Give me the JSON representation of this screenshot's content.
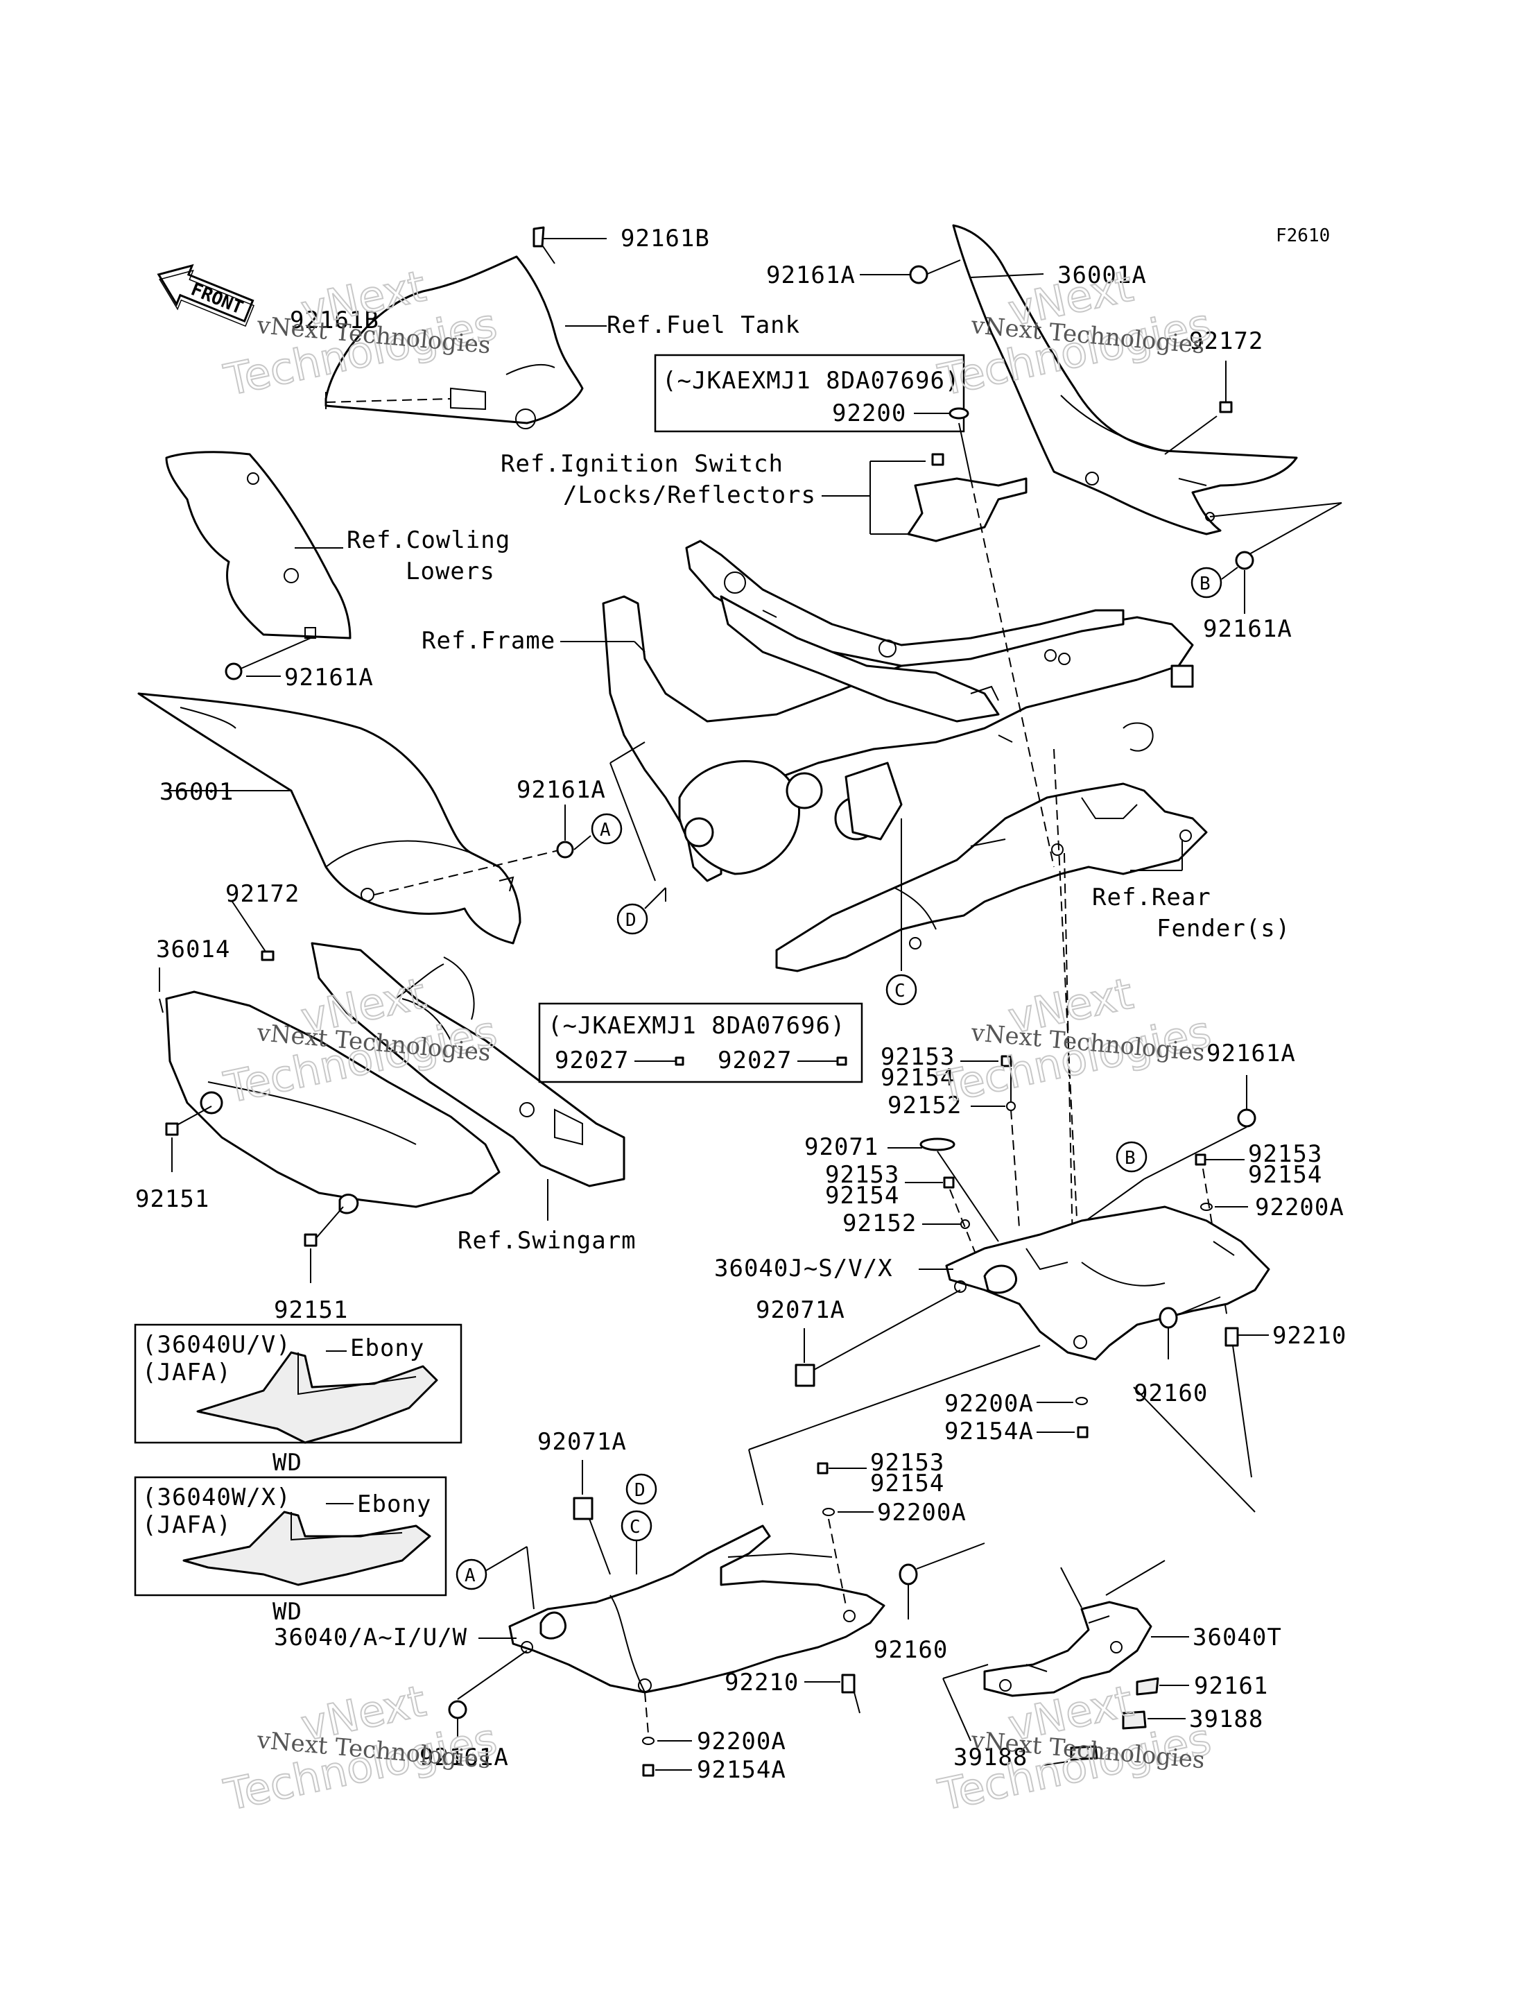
{
  "figure_code": "F2610",
  "front_arrow_label": "FRONT",
  "watermark": {
    "line1": "vNext Technologies",
    "line2": "vNext",
    "line3": "Technologies"
  },
  "labels": {
    "l_92161B_top": "92161B",
    "l_ref_fuel_tank": "Ref.Fuel Tank",
    "l_92161B_left": "92161B",
    "l_92161A_top": "92161A",
    "l_36001A": "36001A",
    "l_92172_right": "92172",
    "l_box1_title": "(~JKAEXMJ1 8DA07696)",
    "l_92200": "92200",
    "l_ref_ignition_1": "Ref.Ignition Switch",
    "l_ref_ignition_2": "/Locks/Reflectors",
    "l_ref_cowling_1": "Ref.Cowling",
    "l_ref_cowling_2": "Lowers",
    "l_92161A_B": "92161A",
    "l_ref_frame": "Ref.Frame",
    "l_92161A_left": "92161A",
    "l_36001": "36001",
    "l_92161A_mid": "92161A",
    "l_92172_left": "92172",
    "l_ref_rear_1": "Ref.Rear",
    "l_ref_rear_2": "Fender(s)",
    "l_36014": "36014",
    "l_box2_title": "(~JKAEXMJ1 8DA07696)",
    "l_92027_a": "92027",
    "l_92027_b": "92027",
    "l_92153_a": "92153",
    "l_92154_a": "92154",
    "l_92161A_right2": "92161A",
    "l_92152_a": "92152",
    "l_92151_a": "92151",
    "l_92071": "92071",
    "l_92153_b": "92153",
    "l_92154_b": "92154",
    "l_92153_c": "92153",
    "l_92154_c": "92154",
    "l_92200A_a": "92200A",
    "l_92152_b": "92152",
    "l_ref_swingarm": "Ref.Swingarm",
    "l_36040J": "36040J~S/V/X",
    "l_92151_b": "92151",
    "l_92071A_a": "92071A",
    "l_92210_a": "92210",
    "l_92200A_b": "92200A",
    "l_92160_a": "92160",
    "l_92154A_a": "92154A",
    "l_92071A_b": "92071A",
    "l_92153_d": "92153",
    "l_92154_d": "92154",
    "l_92200A_c": "92200A",
    "l_36040": "36040/A~I/U/W",
    "l_92160_b": "92160",
    "l_36040T": "36040T",
    "l_92210_b": "92210",
    "l_92161": "92161",
    "l_39188_a": "39188",
    "l_39188_b": "39188",
    "l_92161A_bottom": "92161A",
    "l_92200A_d": "92200A",
    "l_92154A_b": "92154A"
  },
  "callouts": {
    "A": "A",
    "B": "B",
    "C": "C",
    "D": "D"
  },
  "insets": [
    {
      "code_line": "(36040U/V)",
      "market_line": "(JAFA)",
      "color": "Ebony",
      "caption": "WD"
    },
    {
      "code_line": "(36040W/X)",
      "market_line": "(JAFA)",
      "color": "Ebony",
      "caption": "WD"
    }
  ]
}
